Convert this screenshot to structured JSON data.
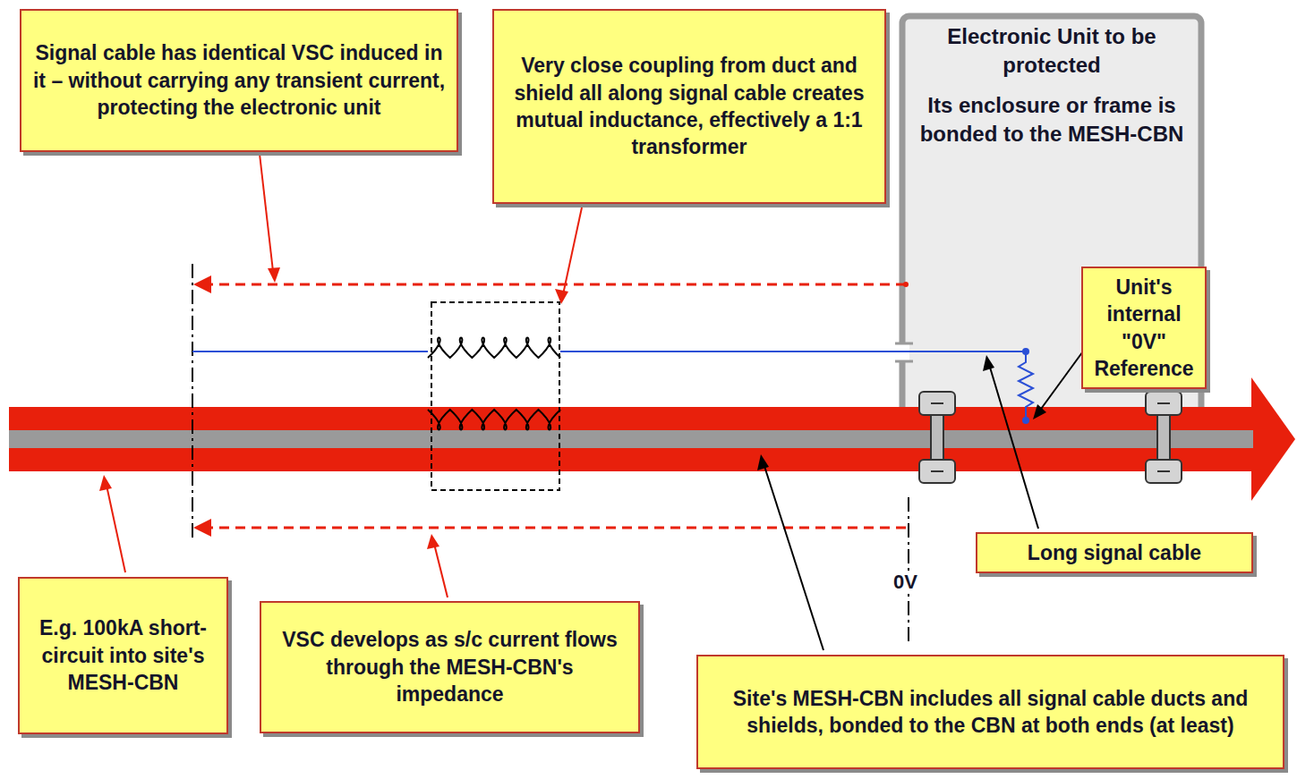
{
  "diagram": {
    "nodes": [
      {
        "text": [
          "Signal cable has identical VSC induced in it – without carrying any transient current, protecting the electronic unit"
        ]
      },
      {
        "text": [
          "Very close coupling from duct and shield all along signal cable creates mutual inductance, effectively a 1:1 transformer"
        ]
      },
      {
        "text": [
          "Electronic Unit to be protected",
          "Its enclosure or frame is bonded to the MESH-CBN"
        ]
      },
      {
        "text": [
          "Unit's internal \"0V\" Reference"
        ],
        "in": 2
      },
      {
        "text": [
          "Long signal cable"
        ]
      },
      {
        "text": [
          "E.g. 100kA short-circuit into site's MESH-CBN"
        ]
      },
      {
        "text": [
          "VSC develops as s/c current flows through the MESH-CBN's impedance"
        ]
      },
      {
        "text": [
          "Site's MESH-CBN includes all signal cable ducts and shields, bonded to the CBN at both ends (at least)"
        ]
      }
    ],
    "edges": [],
    "labels": [
      "0V"
    ]
  }
}
